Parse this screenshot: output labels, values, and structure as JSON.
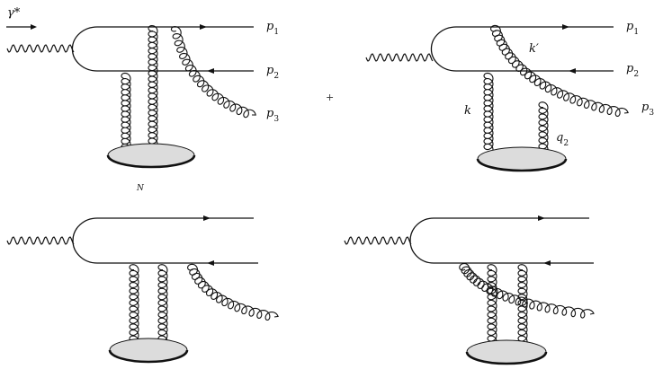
{
  "diagrams": [
    {
      "id": "top-left",
      "labels": {
        "photon": "γ*",
        "quark_out": "p1",
        "antiquark_out": "p2",
        "gluon_out": "p3",
        "target": "N"
      }
    },
    {
      "id": "top-right",
      "labels": {
        "quark_out": "p1",
        "antiquark_out": "p2",
        "gluon_out": "p3",
        "gluon_internal": "k′",
        "gluon_k": "k",
        "gluon_q": "q2"
      }
    },
    {
      "id": "bottom-left",
      "labels": {}
    },
    {
      "id": "bottom-right",
      "labels": {}
    }
  ],
  "operator": "+",
  "colors": {
    "ink": "#111111",
    "blob_fill": "#dcdcdc",
    "background": "#ffffff"
  }
}
